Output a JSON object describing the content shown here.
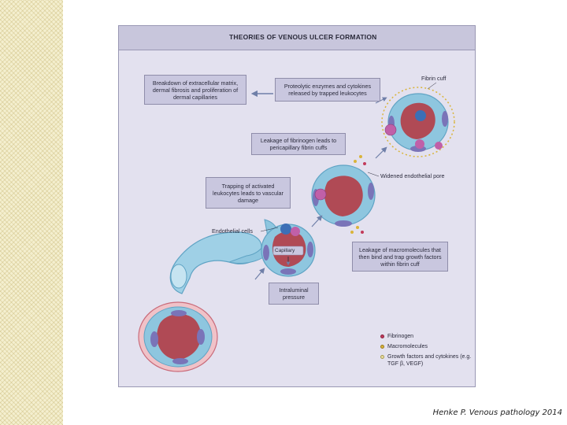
{
  "figure": {
    "title": "THEORIES OF VENOUS ULCER FORMATION",
    "boxes": {
      "breakdown": "Breakdown of extracellular matrix, dermal fibrosis and proliferation of dermal capillaries",
      "proteolytic": "Proteolytic enzymes and cytokines released by trapped leukocytes",
      "leakage_fibrinogen": "Leakage of fibrinogen leads to pericapillary fibrin cuffs",
      "trapping": "Trapping of activated leukocytes leads to vascular damage",
      "leakage_macromolecules": "Leakage of macromolecules that then bind and trap growth factors within fibrin cuff",
      "pressure": "Intraluminal pressure"
    },
    "labels": {
      "fibrin_cuff": "Fibrin cuff",
      "widened_pore": "Widened endothelial pore",
      "endothelial_cells": "Endothelial cells",
      "capillary": "Capillary"
    },
    "legend": [
      {
        "text": "Fibrinogen",
        "color": "#c23a5a"
      },
      {
        "text": "Macromolecules",
        "color": "#d9b43a"
      },
      {
        "text": "Growth factors and cytokines (e.g. TGF β, VEGF)",
        "color": "#e8dca0"
      }
    ],
    "colors": {
      "vessel_outer": "#8ec6df",
      "vessel_lumen": "#b04a55",
      "cell": "#7a74b8",
      "box_fill": "#c9c7df"
    }
  },
  "credit": "Henke P. Venous pathology 2014"
}
